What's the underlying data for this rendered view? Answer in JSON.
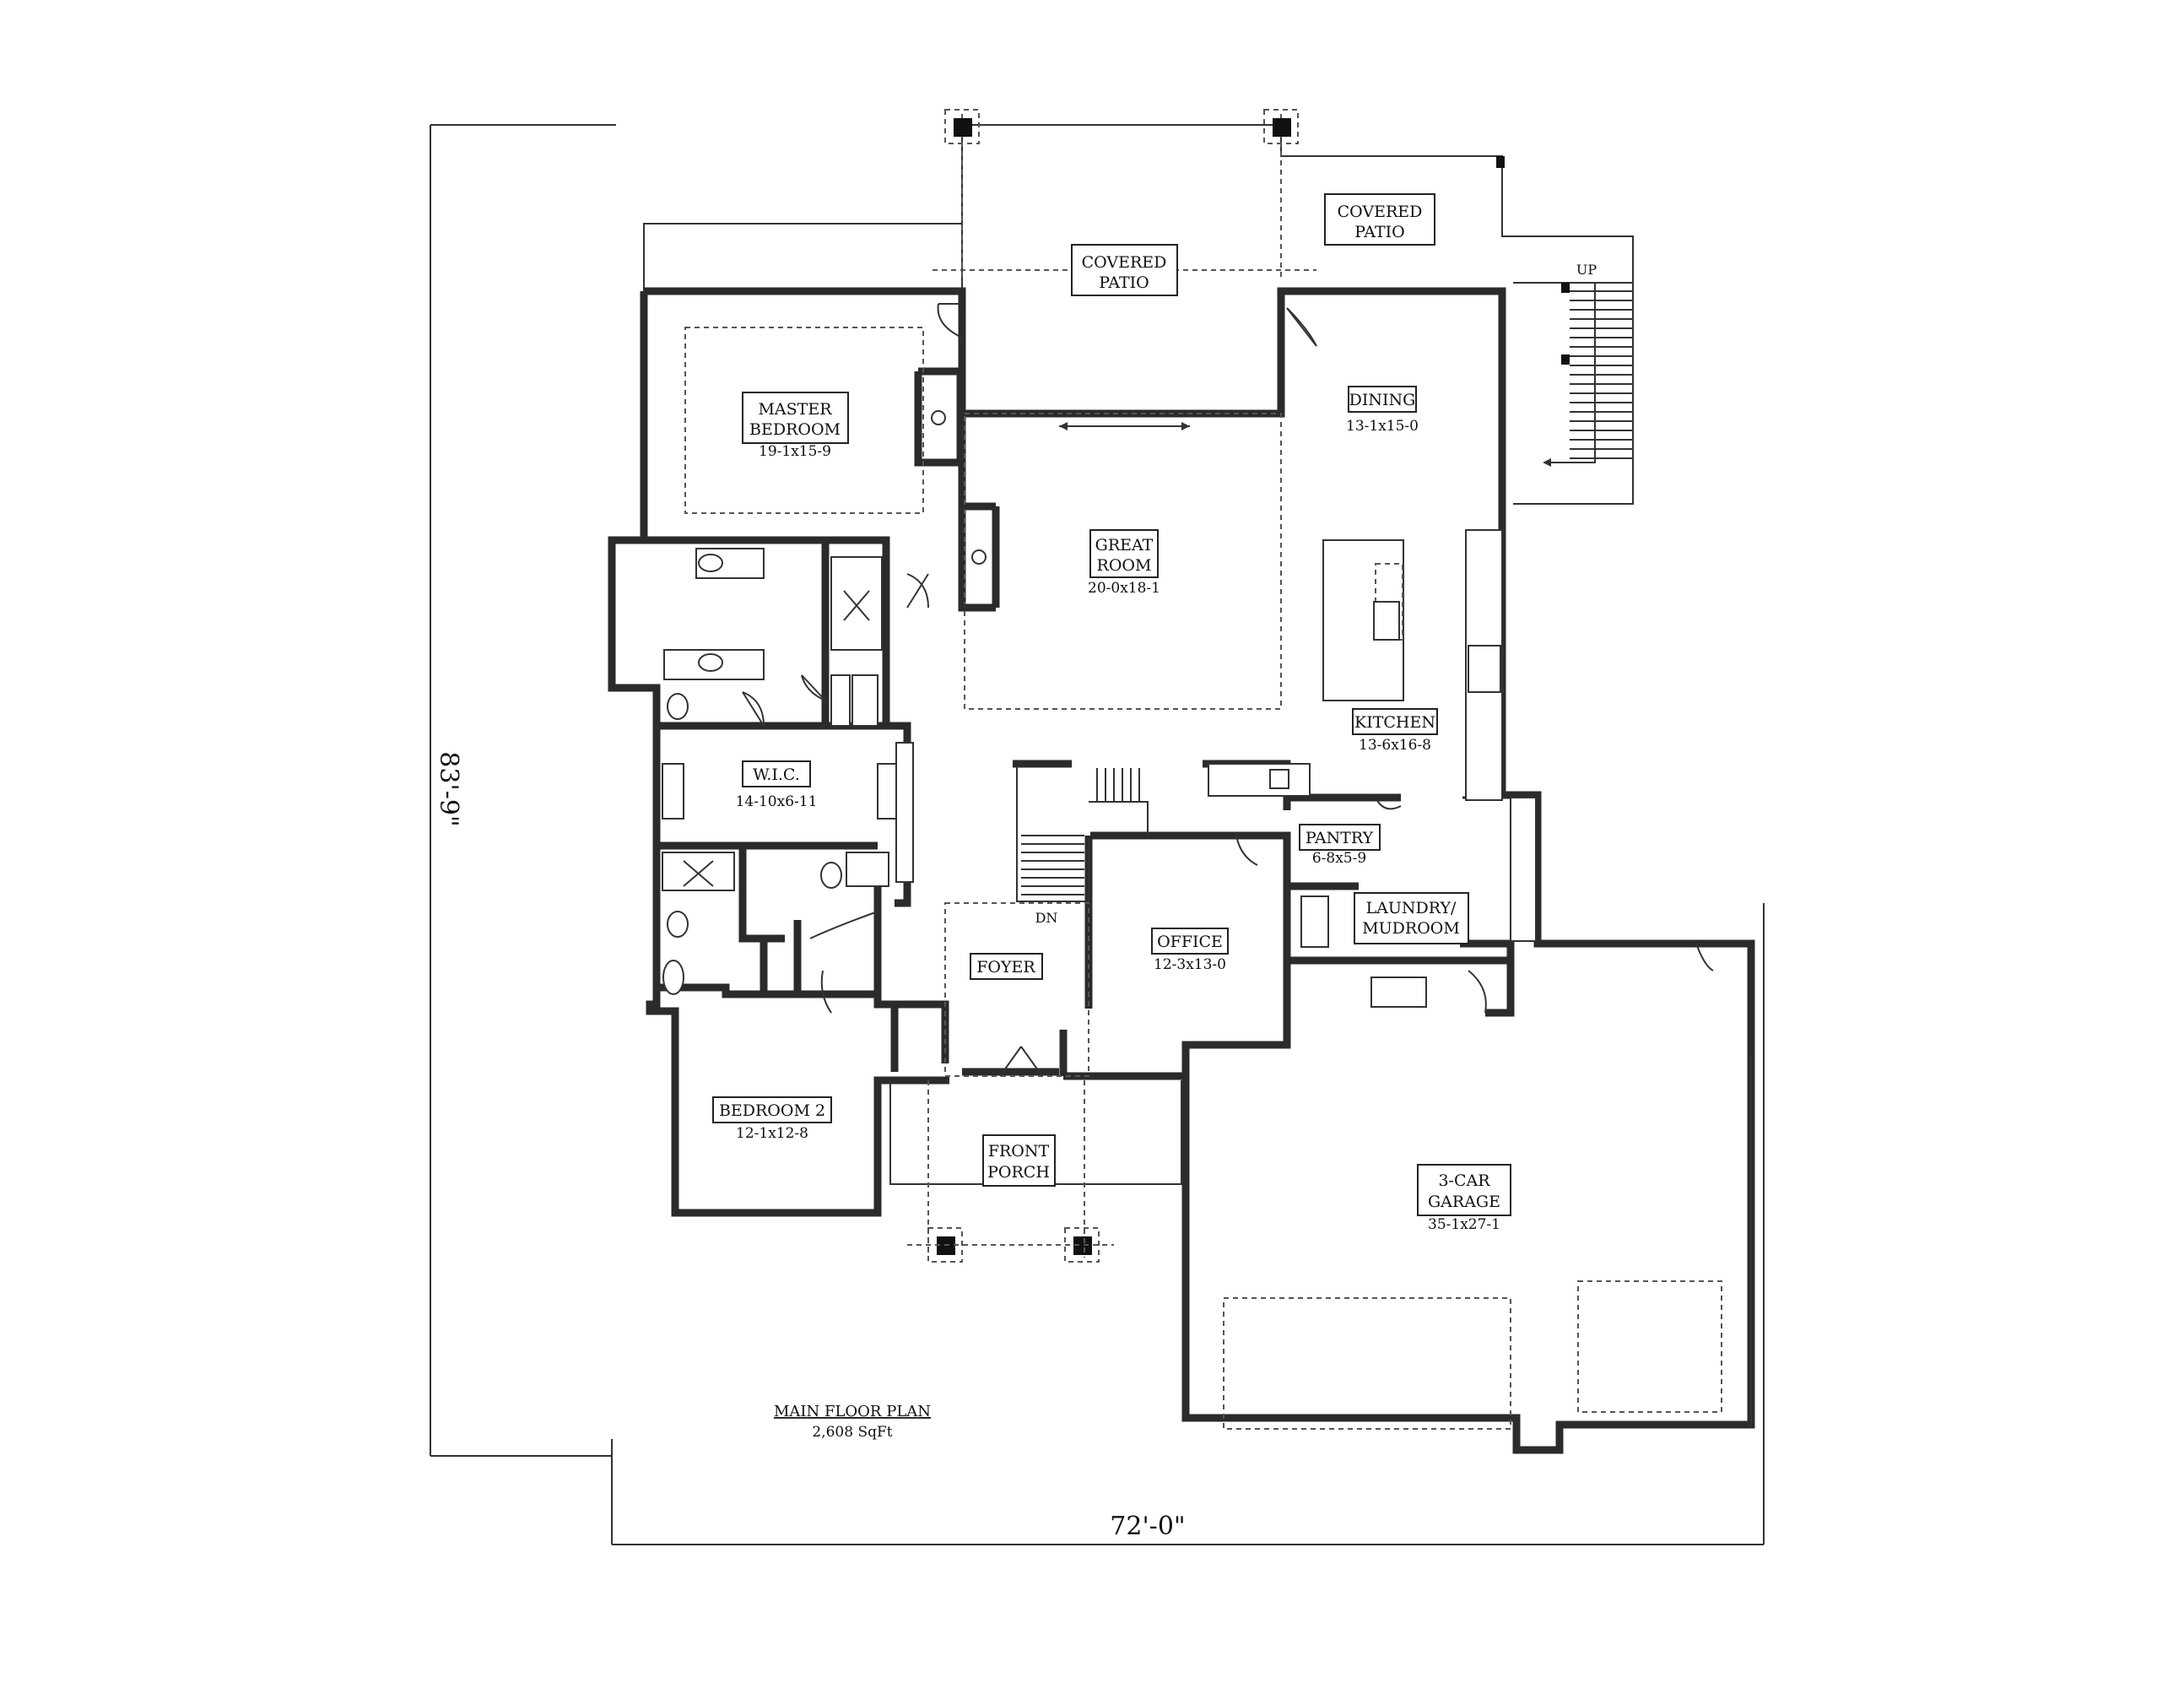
{
  "plan_title": "MAIN FLOOR PLAN",
  "plan_area": "2,608 SqFt",
  "dim_width": "72'-0\"",
  "dim_depth": "83'-9\"",
  "stair_up": "UP",
  "stair_down": "DN",
  "rooms": {
    "covered_patio_right": {
      "name_1": "COVERED",
      "name_2": "PATIO"
    },
    "covered_patio_center": {
      "name_1": "COVERED",
      "name_2": "PATIO"
    },
    "master": {
      "name_1": "MASTER",
      "name_2": "BEDROOM",
      "size": "19-1x15-9"
    },
    "dining": {
      "name": "DINING",
      "size": "13-1x15-0"
    },
    "great": {
      "name_1": "GREAT",
      "name_2": "ROOM",
      "size": "20-0x18-1"
    },
    "kitchen": {
      "name": "KITCHEN",
      "size": "13-6x16-8"
    },
    "wic": {
      "name": "W.I.C.",
      "size": "14-10x6-11"
    },
    "pantry": {
      "name": "PANTRY",
      "size": "6-8x5-9"
    },
    "laundry": {
      "name_1": "LAUNDRY/",
      "name_2": "MUDROOM"
    },
    "office": {
      "name": "OFFICE",
      "size": "12-3x13-0"
    },
    "foyer": {
      "name": "FOYER"
    },
    "bedroom2": {
      "name": "BEDROOM 2",
      "size": "12-1x12-8"
    },
    "porch": {
      "name_1": "FRONT",
      "name_2": "PORCH"
    },
    "garage": {
      "name_1": "3-CAR",
      "name_2": "GARAGE",
      "size": "35-1x27-1"
    }
  }
}
